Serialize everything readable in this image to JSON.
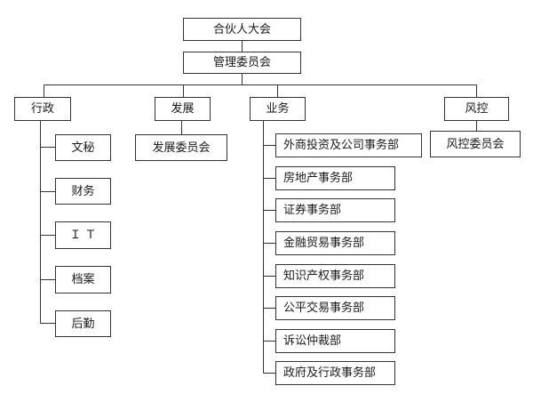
{
  "root": {
    "label": "合伙人大会"
  },
  "management": {
    "label": "管理委员会"
  },
  "departments": {
    "admin": {
      "label": "行政",
      "children": [
        "文秘",
        "财务",
        "Ｉ Ｔ",
        "档案",
        "后勤"
      ]
    },
    "development": {
      "label": "发展",
      "children": [
        "发展委员会"
      ]
    },
    "business": {
      "label": "业务",
      "children": [
        "外商投资及公司事务部",
        "房地产事务部",
        "证券事务部",
        "金融贸易事务部",
        "知识产权事务部",
        "公平交易事务部",
        "诉讼仲裁部",
        "政府及行政事务部"
      ]
    },
    "risk": {
      "label": "风控",
      "children": [
        "风控委员会"
      ]
    }
  },
  "colors": {
    "line": "#333333",
    "border": "#333333",
    "text": "#1a1a1a"
  }
}
